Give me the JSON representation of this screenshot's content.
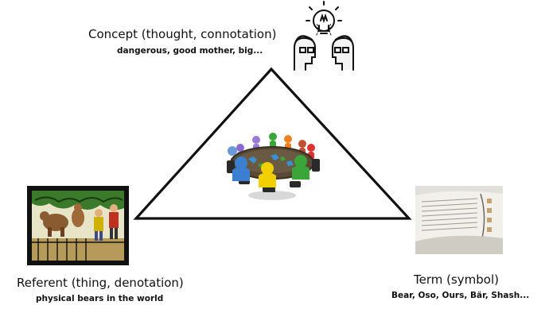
{
  "concept": {
    "title": "Concept (thought, connotation)",
    "examples": "dangerous, good mother, big..."
  },
  "referent": {
    "title": "Referent (thing, denotation)",
    "examples": "physical bears in the world"
  },
  "term": {
    "title": "Term (symbol)",
    "examples": "Bear, Oso, Ours, Bär, Shash..."
  },
  "icons": {
    "concept": "two-thinkers-lightbulb-icon",
    "referent": "bears-and-people-picture-icon",
    "term": "open-dictionary-icon",
    "center": "round-table-meeting-icon"
  },
  "colors": {
    "triangle_stroke": "#111111",
    "table_top": "#5a4a35",
    "figures": [
      "#3a7fd0",
      "#f0d000",
      "#3aa63a",
      "#e03030",
      "#f08020",
      "#8a6ad0",
      "#40b0d0",
      "#c0c040"
    ]
  }
}
